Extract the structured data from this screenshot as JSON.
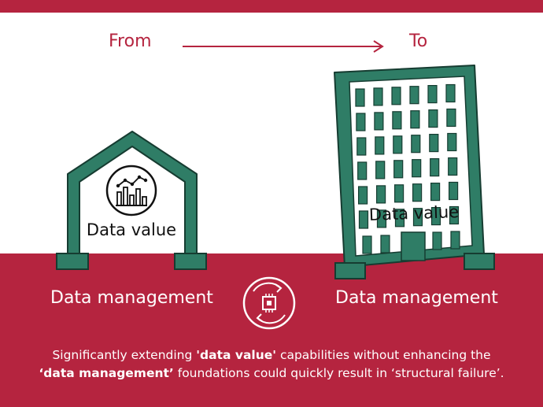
{
  "header": {
    "from_label": "From",
    "to_label": "To"
  },
  "house": {
    "value_label": "Data value"
  },
  "tower": {
    "value_label": "Data value"
  },
  "foundation": {
    "left_label": "Data management",
    "right_label": "Data management"
  },
  "caption": {
    "p1": "Significantly extending ",
    "b1": "'data value'",
    "p2": " capabilities without enhancing the",
    "b2": "‘data management’",
    "p3": " foundations could quickly result in ‘structural failure’."
  },
  "colors": {
    "accent": "#b5243f",
    "building": "#2f7d66",
    "outline": "#163c31"
  },
  "icons": [
    "arrow-right-icon",
    "chart-icon",
    "chip-cycle-icon"
  ]
}
